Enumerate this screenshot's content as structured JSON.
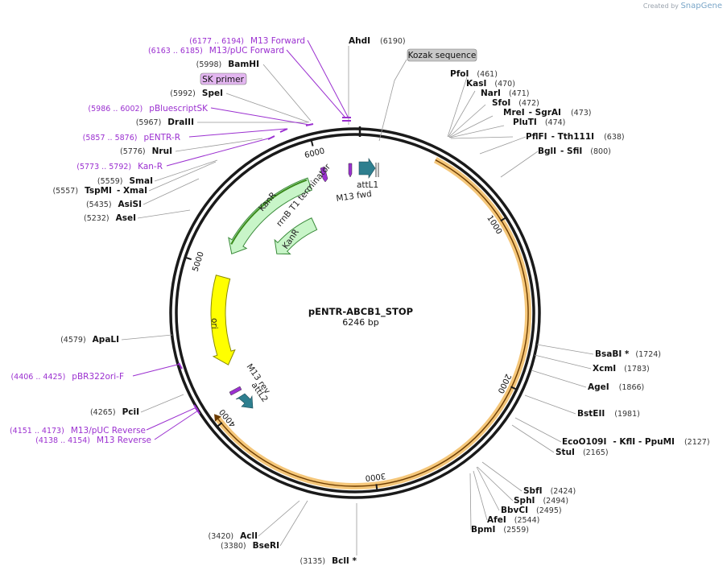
{
  "branding": {
    "created_by": "Created by",
    "app": "SnapGene"
  },
  "map": {
    "name": "pENTR-ABCB1_STOP",
    "length_label": "6246 bp",
    "total_bp": 6246,
    "ticks": [
      {
        "bp": 1000,
        "label": "1000"
      },
      {
        "bp": 2000,
        "label": "2000"
      },
      {
        "bp": 3000,
        "label": "3000"
      },
      {
        "bp": 4000,
        "label": "4000"
      },
      {
        "bp": 5000,
        "label": "5000"
      },
      {
        "bp": 6000,
        "label": "6000"
      }
    ],
    "colors": {
      "backbone": "#1a1a1a",
      "orf_highlight": "#f5c77a",
      "kanr": "#c8f5c8",
      "kanr_orf": "#3a8a1a",
      "ori": "#ffff00",
      "attL": "#2e7f8f",
      "primer": "#9b30d0",
      "enzyme_line": "#888888",
      "badge_gray": "#c8c8c8",
      "badge_purple": "#e3b6f0"
    }
  },
  "enzymes": [
    {
      "name": "AhdI",
      "pos": "(6190)"
    },
    {
      "name": "BamHI",
      "pos": "(5998)"
    },
    {
      "name": "SpeI",
      "pos": "(5992)"
    },
    {
      "name": "DraIII",
      "pos": "(5967)"
    },
    {
      "name": "NruI",
      "pos": "(5776)"
    },
    {
      "name": "SmaI",
      "pos": "(5559)"
    },
    {
      "name": "TspMI",
      "pos": "(5557)",
      "extra": "- XmaI"
    },
    {
      "name": "AsiSI",
      "pos": "(5435)"
    },
    {
      "name": "AseI",
      "pos": "(5232)"
    },
    {
      "name": "ApaLI",
      "pos": "(4579)"
    },
    {
      "name": "PciI",
      "pos": "(4265)"
    },
    {
      "name": "AclI",
      "pos": "(3420)"
    },
    {
      "name": "BseRI",
      "pos": "(3380)"
    },
    {
      "name": "BclI *",
      "pos": "(3135)"
    },
    {
      "name": "PfoI",
      "pos": "(461)"
    },
    {
      "name": "KasI",
      "pos": "(470)"
    },
    {
      "name": "NarI",
      "pos": "(471)"
    },
    {
      "name": "SfoI",
      "pos": "(472)"
    },
    {
      "name": "MreI",
      "pos": "(473)",
      "extra": "- SgrAI"
    },
    {
      "name": "PluTI",
      "pos": "(474)"
    },
    {
      "name": "PflFI",
      "pos": "(638)",
      "extra": "- Tth111I"
    },
    {
      "name": "BglI",
      "pos": "(800)",
      "extra": "- SfiI"
    },
    {
      "name": "BsaBI *",
      "pos": "(1724)"
    },
    {
      "name": "XcmI",
      "pos": "(1783)"
    },
    {
      "name": "AgeI",
      "pos": "(1866)"
    },
    {
      "name": "BstEII",
      "pos": "(1981)"
    },
    {
      "name": "EcoO109I",
      "pos": "(2127)",
      "extra": "- KflI - PpuMI"
    },
    {
      "name": "StuI",
      "pos": "(2165)"
    },
    {
      "name": "SbfI",
      "pos": "(2424)"
    },
    {
      "name": "SphI",
      "pos": "(2494)"
    },
    {
      "name": "BbvCI",
      "pos": "(2495)"
    },
    {
      "name": "AfeI",
      "pos": "(2544)"
    },
    {
      "name": "BpmI",
      "pos": "(2559)"
    }
  ],
  "primers": [
    {
      "name": "M13 Forward",
      "pos": "(6177 .. 6194)"
    },
    {
      "name": "M13/pUC Forward",
      "pos": "(6163 .. 6185)"
    },
    {
      "name": "pBluescriptSK",
      "pos": "(5986 .. 6002)"
    },
    {
      "name": "pENTR-R",
      "pos": "(5857 .. 5876)"
    },
    {
      "name": "Kan-R",
      "pos": "(5773 .. 5792)"
    },
    {
      "name": "pBR322ori-F",
      "pos": "(4406 .. 4425)"
    },
    {
      "name": "M13/pUC Reverse",
      "pos": "(4151 .. 4173)"
    },
    {
      "name": "M13 Reverse",
      "pos": "(4138 .. 4154)"
    }
  ],
  "badges": {
    "kozak": "Kozak sequence",
    "sk_primer": "SK primer"
  },
  "features": {
    "kanr_outer": "KanR",
    "kanr_inner": "KanR",
    "rrnb": "rrnB T1 terminator",
    "ori": "ori",
    "attl1": "attL1",
    "attl2": "attL2",
    "m13fwd": "M13 fwd",
    "m13rev": "M13 rev"
  }
}
